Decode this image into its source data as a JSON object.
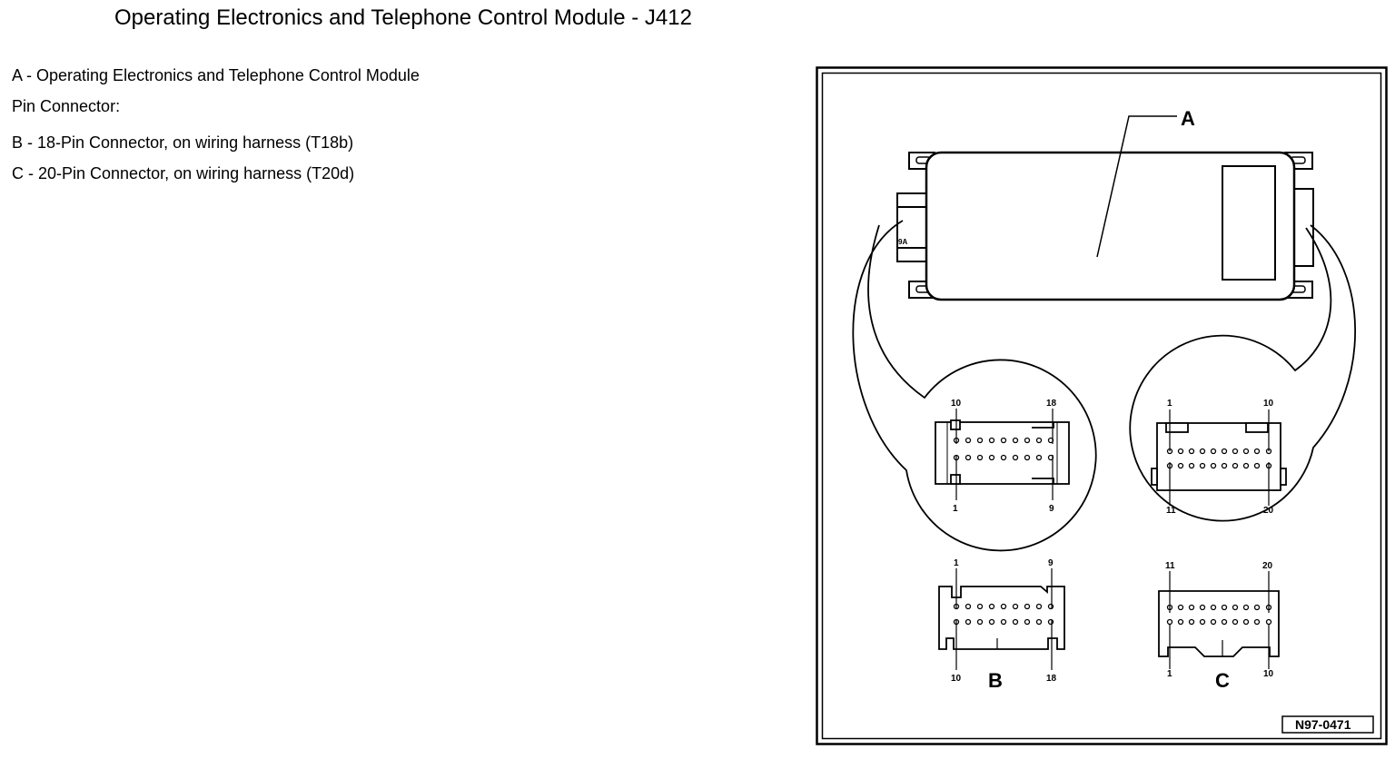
{
  "page": {
    "title": "Operating Electronics and Telephone Control Module - J412"
  },
  "legend": {
    "items": [
      "A - Operating Electronics and Telephone Control Module",
      "Pin Connector:",
      "B - 18-Pin Connector, on wiring harness (T18b)",
      "C - 20-Pin Connector, on wiring harness (T20d)"
    ]
  },
  "figure": {
    "id": "N97-0471",
    "callouts": {
      "a": "A",
      "b": "B",
      "c": "C"
    },
    "module_side_b": {
      "top_left": "10",
      "top_right": "18",
      "bottom_left": "1",
      "bottom_right": "9"
    },
    "module_side_c": {
      "top_left": "1",
      "top_right": "10",
      "bottom_left": "11",
      "bottom_right": "20"
    },
    "harness_b": {
      "top_left": "1",
      "top_right": "9",
      "bottom_left": "10",
      "bottom_right": "18"
    },
    "harness_c": {
      "top_left": "11",
      "top_right": "20",
      "bottom_left": "1",
      "bottom_right": "10"
    }
  }
}
